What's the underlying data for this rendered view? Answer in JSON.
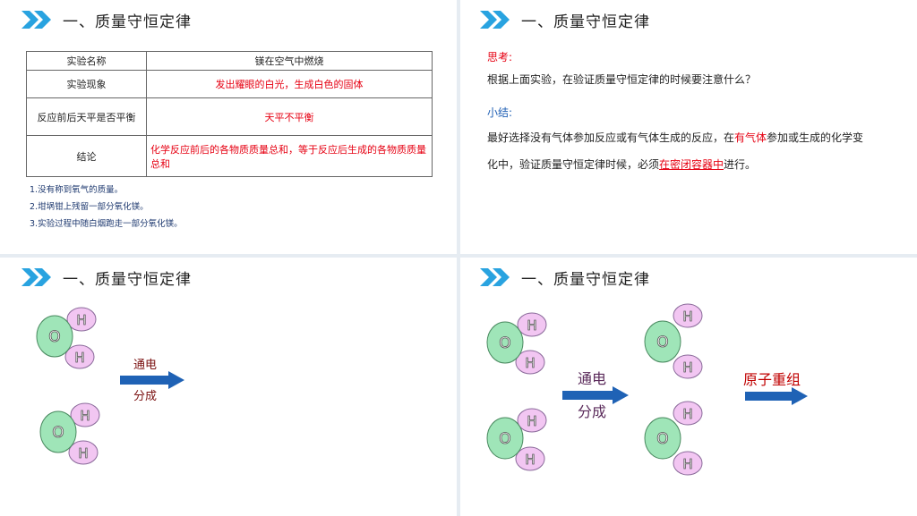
{
  "colors": {
    "accent": "#29a3e0",
    "red": "#e60012",
    "blue": "#1f5fb4",
    "oxygen": "#9fe5b8",
    "hydrogen": "#f2c6f2",
    "arrow": "#1f62b5"
  },
  "slide1": {
    "title": "一、质量守恒定律",
    "table": {
      "header": [
        "实验名称",
        "镁在空气中燃烧"
      ],
      "rows": [
        [
          "实验现象",
          "发出耀眼的白光，生成白色的固体"
        ],
        [
          "反应前后天平是否平衡",
          "天平不平衡"
        ],
        [
          "结论",
          "化学反应前后的各物质质量总和，等于反应后生成的各物质质量总和"
        ]
      ]
    },
    "notes": [
      "1.没有称到氧气的质量。",
      "2.坩埚钳上残留一部分氧化镁。",
      "3.实验过程中随白烟跑走一部分氧化镁。"
    ]
  },
  "slide2": {
    "title": "一、质量守恒定律",
    "think_label": "思考:",
    "question": "根据上面实验，在验证质量守恒定律的时候要注意什么？",
    "summary_label": "小结:",
    "line1_a": "最好选择没有气体参加反应或有气体生成的反应，在",
    "line1_hl": "有气体",
    "line1_b": "参加或生成的化学变",
    "line2_a": "化中，验证质量守恒定律时候，必须",
    "line2_ul": "在密闭容器中",
    "line2_b": "进行。"
  },
  "slide3": {
    "title": "一、质量守恒定律",
    "o_label": "O",
    "h_label": "H",
    "arrow_top": "通电",
    "arrow_bottom": "分成"
  },
  "slide4": {
    "title": "一、质量守恒定律",
    "o_label": "O",
    "h_label": "H",
    "arrow1_top": "通电",
    "arrow1_bottom": "分成",
    "arrow2_top": "原子重组"
  }
}
